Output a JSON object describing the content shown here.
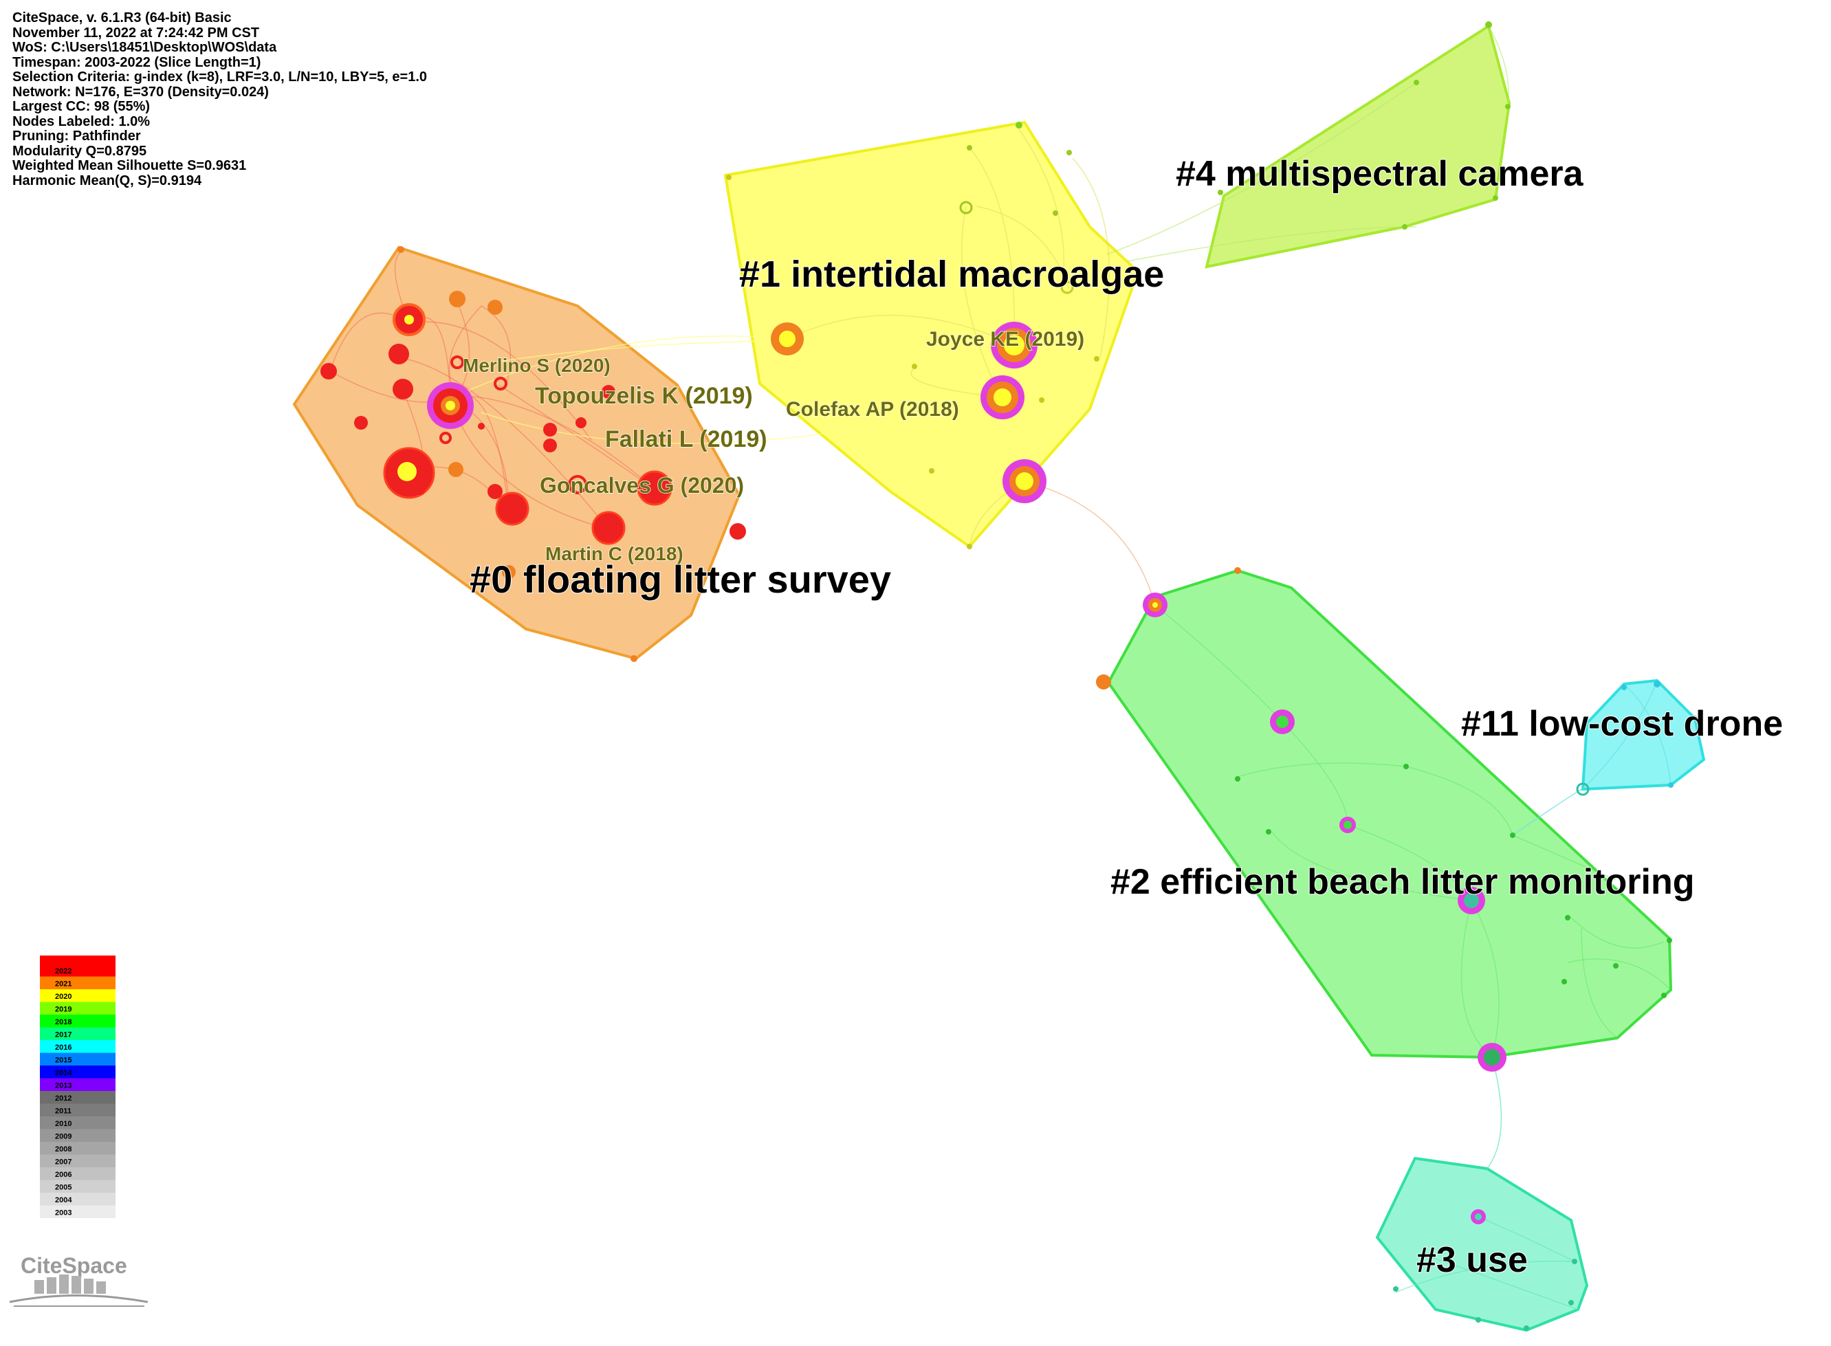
{
  "app": {
    "info_lines": [
      "CiteSpace, v. 6.1.R3 (64-bit) Basic",
      "November 11, 2022 at 7:24:42 PM CST",
      "WoS: C:\\Users\\18451\\Desktop\\WOS\\data",
      "Timespan: 2003-2022 (Slice Length=1)",
      "Selection Criteria: g-index (k=8), LRF=3.0, L/N=10, LBY=5, e=1.0",
      "Network: N=176, E=370 (Density=0.024)",
      "Largest CC: 98 (55%)",
      "Nodes Labeled: 1.0%",
      "Pruning: Pathfinder",
      "Modularity Q=0.8795",
      "Weighted Mean Silhouette S=0.9631",
      "Harmonic Mean(Q, S)=0.9194"
    ],
    "logo": "CiteSpace"
  },
  "clusters": [
    {
      "id": "c0",
      "label": "#0 floating litter survey",
      "fill": "#f7b060",
      "stroke": "#f0a030"
    },
    {
      "id": "c1",
      "label": "#1 intertidal macroalgae",
      "fill": "#ffff50",
      "stroke": "#f0f020"
    },
    {
      "id": "c4",
      "label": "#4 multispectral camera",
      "fill": "#c6f25a",
      "stroke": "#a8e830"
    },
    {
      "id": "c2",
      "label": "#2 efficient beach litter monitoring",
      "fill": "#5ff25a",
      "stroke": "#40e040"
    },
    {
      "id": "c11",
      "label": "#11 low-cost drone",
      "fill": "#5ff0f0",
      "stroke": "#30e0e0"
    },
    {
      "id": "c3",
      "label": "#3 use",
      "fill": "#5ff0c0",
      "stroke": "#30e0a8"
    }
  ],
  "node_labels": [
    "Merlino S (2020)",
    "Topouzelis K (2019)",
    "Fallati L (2019)",
    "Goncalves G (2020)",
    "Martin C (2018)",
    "Joyce KE (2019)",
    "Colefax AP (2018)"
  ],
  "legend": {
    "years": [
      "2022",
      "2021",
      "2020",
      "2019",
      "2018",
      "2017",
      "2016",
      "2015",
      "2014",
      "2013",
      "2012",
      "2011",
      "2010",
      "2009",
      "2008",
      "2007",
      "2006",
      "2005",
      "2004",
      "2003"
    ],
    "colors": [
      "#ff0000",
      "#ff8000",
      "#ffff00",
      "#80ff00",
      "#00ff00",
      "#00ff80",
      "#00ffff",
      "#0080ff",
      "#0000ff",
      "#8000ff",
      "#6e6e6e",
      "#7c7c7c",
      "#8a8a8a",
      "#989898",
      "#a6a6a6",
      "#b4b4b4",
      "#c2c2c2",
      "#d0d0d0",
      "#dedede",
      "#ececec"
    ]
  },
  "colors": {
    "burst_ring": "#e040e0",
    "red_node": "#ee2020",
    "orange_node": "#f08020",
    "yellow_core": "#ffff30"
  }
}
